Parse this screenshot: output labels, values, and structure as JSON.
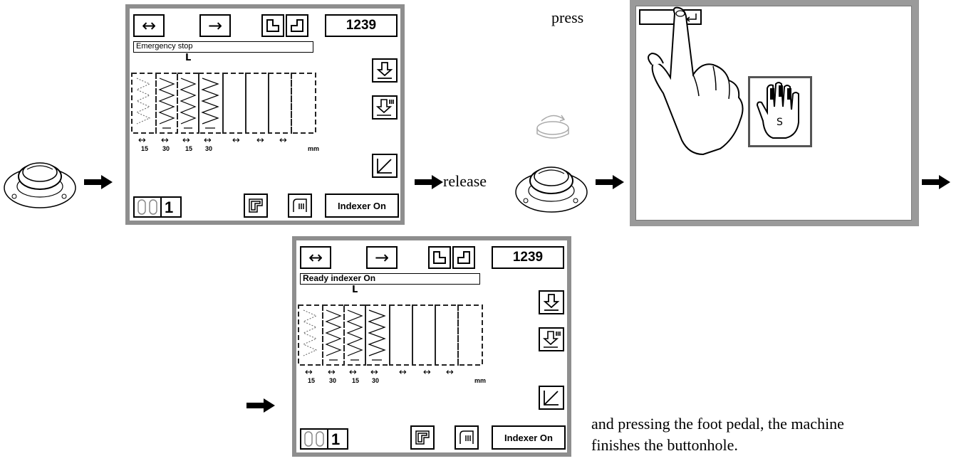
{
  "screens": [
    {
      "status_text": "Emergency stop",
      "status_bold": false,
      "counter": "1239",
      "cycle_count": "1",
      "indexer_button": "Indexer On",
      "indicator": "L",
      "stitch_dims": [
        "15",
        "30",
        "15",
        "30"
      ],
      "unit": "mm"
    },
    {
      "status_text": "Ready indexer On",
      "status_bold": true,
      "counter": "1239",
      "cycle_count": "1",
      "indexer_button": "Indexer On",
      "indicator": "L",
      "stitch_dims": [
        "15",
        "30",
        "15",
        "30"
      ],
      "unit": "mm"
    }
  ],
  "captions": {
    "press": "press",
    "release": "release",
    "finish_line1": "and pressing the foot pedal, the machine",
    "finish_line2": "finishes the buttonhole."
  },
  "stop_icon_letter": "S",
  "icons": [
    "emergency-stop-knob-icon",
    "arrow-right-icon",
    "reset-rotate-icon",
    "hand-stop-icon",
    "pointing-hand-icon"
  ],
  "colors": {
    "panel_frame": "#8e8e8e",
    "screen_bg": "#ffffff",
    "ink": "#000000"
  }
}
